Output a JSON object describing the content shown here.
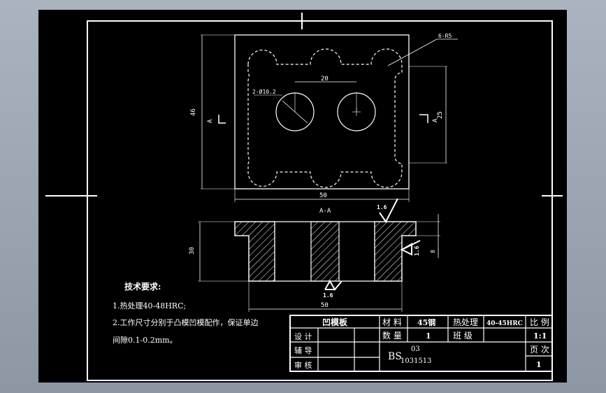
{
  "drawing": {
    "dims": {
      "hole_spacing": "20",
      "hole_callout": "2-Ø10.2",
      "radius_callout": "6-R5",
      "height_46": "46",
      "height_25": "25",
      "width_50_top": "50",
      "width_50_bottom": "50",
      "section_height": "30",
      "step_depth": "8",
      "section_marker": "A",
      "section_title": "A-A",
      "roughness_top": "1.6",
      "roughness_side": "1.6",
      "roughness_bottom": "1.6"
    },
    "notes": {
      "heading": "技术要求:",
      "line1": "1.热处理40-48HRC;",
      "line2": "2.工作尺寸分别于凸模凹模配作，保证单边",
      "line3": "间隙0.1-0.2mm。"
    },
    "title_block": {
      "part_name": "凹模板",
      "material_label": "材 料",
      "material_value": "45钢",
      "heat_label": "热处理",
      "heat_value": "40-45HRC",
      "scale_label": "比 例",
      "scale_value": "1:1",
      "quantity_label": "数 量",
      "quantity_value": "1",
      "class_label": "班 级",
      "designer_label": "设 计",
      "tutor_label": "辅 导",
      "reviewer_label": "审 核",
      "code_prefix": "BS",
      "code_top": "03",
      "code_bottom": "1031513",
      "page_label": "页 次",
      "page_value": "1"
    }
  }
}
